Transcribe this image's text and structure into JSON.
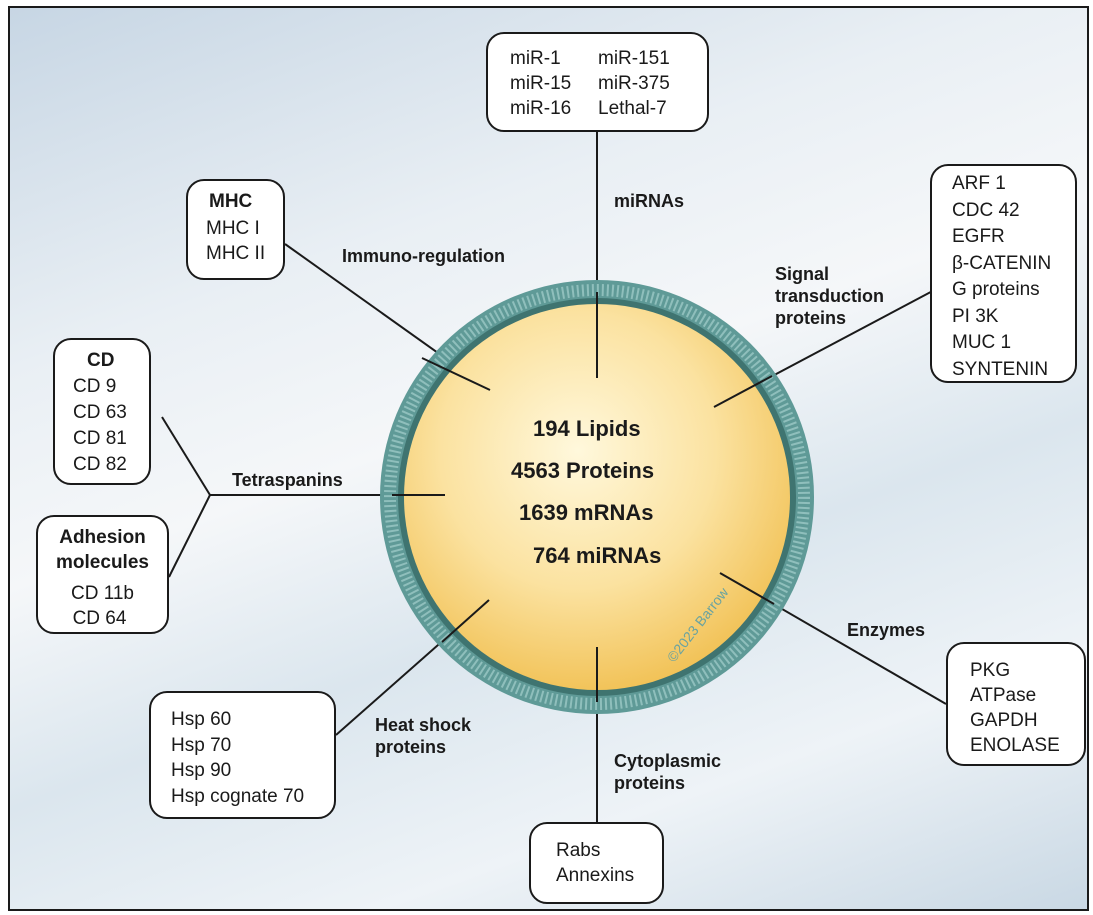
{
  "center": {
    "lines": [
      "194 Lipids",
      "4563 Proteins",
      "1639 mRNAs",
      "764 miRNAs"
    ]
  },
  "categories": {
    "mirnas": "miRNAs",
    "immuno": "Immuno-regulation",
    "signal": [
      "Signal",
      "transduction",
      "proteins"
    ],
    "tetraspanins": "Tetraspanins",
    "enzymes": "Enzymes",
    "heat_shock": [
      "Heat shock",
      "proteins"
    ],
    "cytoplasmic": [
      "Cytoplasmic",
      "proteins"
    ]
  },
  "boxes": {
    "mirnas": [
      "miR-1",
      "miR-151",
      "miR-15",
      "miR-375",
      "miR-16",
      "Lethal-7"
    ],
    "mhc": {
      "title": "MHC",
      "items": [
        "MHC I",
        "MHC II"
      ]
    },
    "signal": [
      "ARF 1",
      "CDC 42",
      "EGFR",
      "β-CATENIN",
      "G proteins",
      "PI 3K",
      "MUC 1",
      "SYNTENIN"
    ],
    "cd": {
      "title": "CD",
      "items": [
        "CD 9",
        "CD 63",
        "CD 81",
        "CD 82"
      ]
    },
    "adhesion": {
      "title": [
        "Adhesion",
        "molecules"
      ],
      "items": [
        "CD 11b",
        "CD 64"
      ]
    },
    "enzymes": [
      "PKG",
      "ATPase",
      "GAPDH",
      "ENOLASE"
    ],
    "heat_shock": [
      "Hsp 60",
      "Hsp 70",
      "Hsp 90",
      "Hsp cognate 70"
    ],
    "cytoplasmic": [
      "Rabs",
      "Annexins"
    ]
  },
  "copyright": "©2023 Barrow",
  "colors": {
    "membrane": "#5f9a97",
    "membrane_dark": "#3f7470",
    "core_light": "#fff6d6",
    "core_dark": "#f3c45a",
    "line": "#1a1a1a"
  }
}
